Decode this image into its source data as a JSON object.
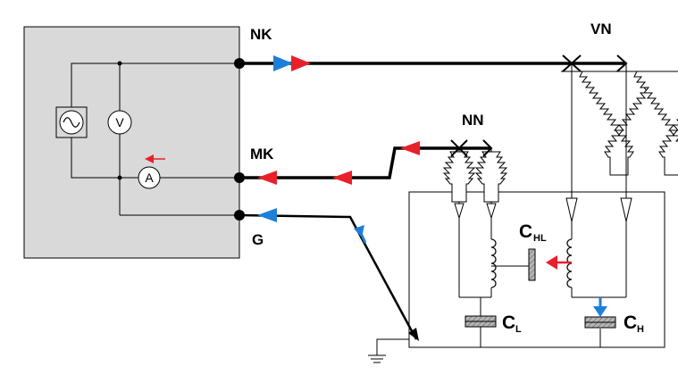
{
  "labels": {
    "nk": "NK",
    "mk": "MK",
    "g": "G",
    "vn": "VN",
    "nn": "NN"
  },
  "capacitors": {
    "hl": {
      "main": "C",
      "sub": "HL"
    },
    "l": {
      "main": "C",
      "sub": "L"
    },
    "h": {
      "main": "C",
      "sub": "H"
    }
  },
  "meters": {
    "voltmeter": "V",
    "ammeter": "A"
  },
  "colors": {
    "instrument_panel": "#d9d9d9",
    "wire": "#000000",
    "arrow_red": "#e8202a",
    "arrow_blue": "#1e7fd8",
    "insulator": "#ffffff",
    "capacitor_plate": "#a0a0a0"
  },
  "icons": {
    "source": "ac-source-icon",
    "ground": "ground-icon"
  }
}
